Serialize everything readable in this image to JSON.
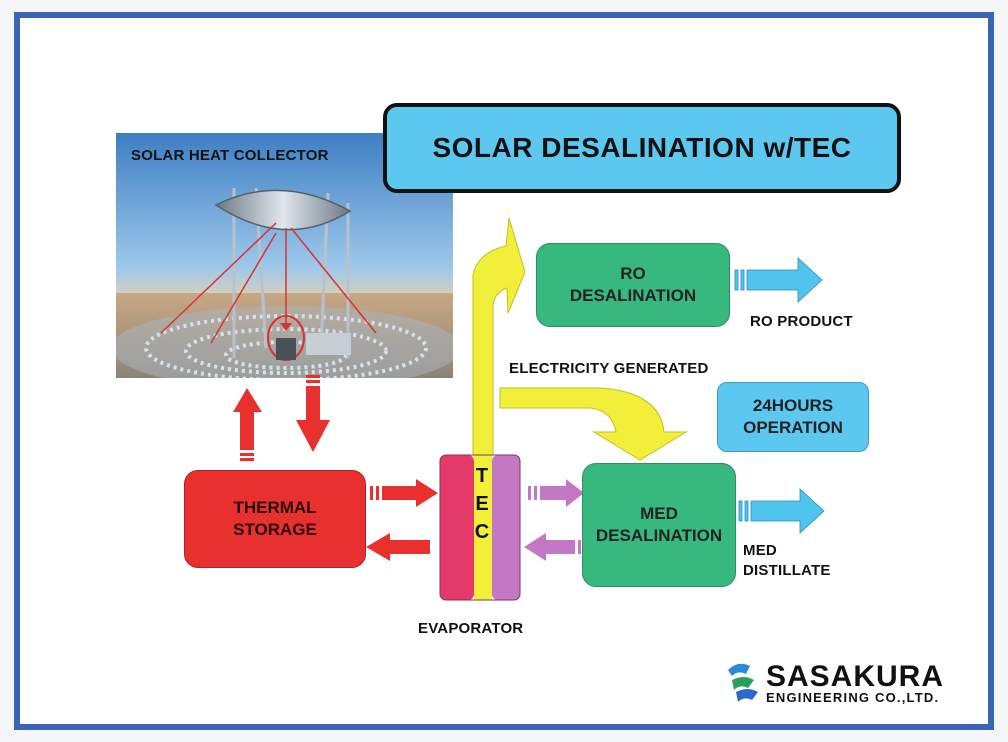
{
  "title": "SOLAR DESALINATION w/TEC",
  "labels": {
    "solar_heat_collector": "SOLAR HEAT COLLECTOR",
    "ro_product": "RO PRODUCT",
    "electricity_generated": "ELECTRICITY GENERATED",
    "evaporator": "EVAPORATOR",
    "med_distillate": "MED\nDISTILLATE"
  },
  "boxes": {
    "ro_desalination": "RO\nDESALINATION",
    "thermal_storage": "THERMAL\nSTORAGE",
    "med_desalination": "MED\nDESALINATION",
    "operation": "24HOURS\nOPERATION"
  },
  "tec": {
    "letters": "T\nE\nC"
  },
  "logo": {
    "name": "SASAKURA",
    "subtitle": "ENGINEERING CO.,LTD."
  },
  "colors": {
    "frame": "#3a64b4",
    "title_fill": "#5cc8f0",
    "green_box": "#37b87e",
    "red_box": "#e8312e",
    "yellow_arrow": "#f2ef3a",
    "purple_arrow": "#c478c4",
    "blue_arrow": "#4fc4ee",
    "red_arrow": "#e8312e"
  }
}
